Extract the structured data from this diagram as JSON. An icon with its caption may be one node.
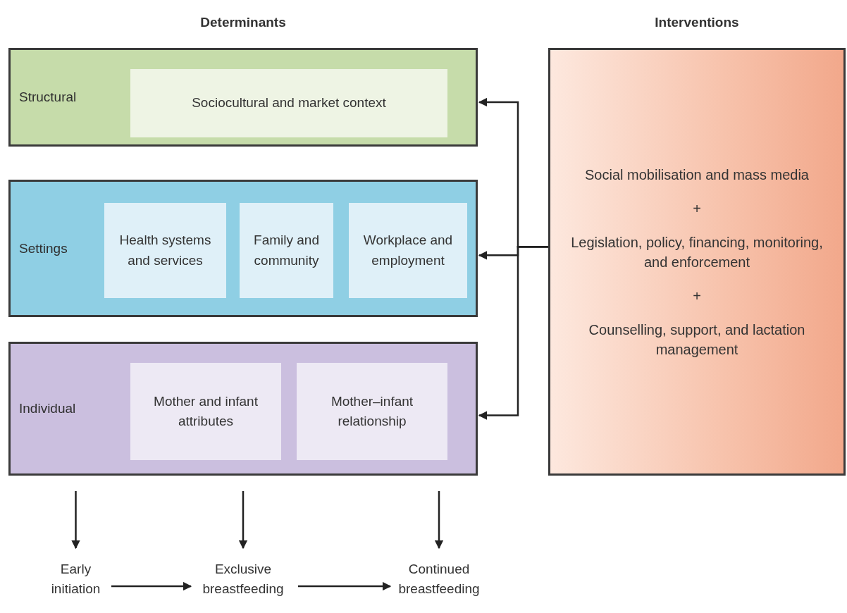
{
  "diagram": {
    "nodes": [
      {
        "text": [
          "Structural"
        ]
      },
      {
        "text": [
          "Sociocultural and market context"
        ],
        "in": 0
      },
      {
        "text": [
          "Settings"
        ]
      },
      {
        "text": [
          "Health systems and services"
        ],
        "in": 2
      },
      {
        "text": [
          "Family and community"
        ],
        "in": 2
      },
      {
        "text": [
          "Workplace and employment"
        ],
        "in": 2
      },
      {
        "text": [
          "Individual"
        ]
      },
      {
        "text": [
          "Mother and infant attributes"
        ],
        "in": 6
      },
      {
        "text": [
          "Mother–infant relationship"
        ],
        "in": 6
      },
      {
        "text": [
          "Interventions",
          "Social mobilisation and mass media",
          "+",
          "Legislation, policy, financing, monitoring, and enforcement",
          "+",
          "Counselling, support, and lactation management"
        ]
      },
      {
        "text": [
          "Early initiation"
        ]
      },
      {
        "text": [
          "Exclusive breastfeeding"
        ]
      },
      {
        "text": [
          "Continued breastfeeding"
        ]
      }
    ],
    "edges": [
      {
        "from": 9,
        "to": 0,
        "arrow": "to"
      },
      {
        "from": 9,
        "to": 2,
        "arrow": "to"
      },
      {
        "from": 9,
        "to": 6,
        "arrow": "to"
      },
      {
        "from": 6,
        "to": 10,
        "arrow": "to"
      },
      {
        "from": 6,
        "to": 11,
        "arrow": "to"
      },
      {
        "from": 6,
        "to": 12,
        "arrow": "to"
      },
      {
        "from": 10,
        "to": 11,
        "arrow": "to"
      },
      {
        "from": 11,
        "to": 12,
        "arrow": "to"
      }
    ],
    "labels": [
      "Determinants"
    ]
  }
}
